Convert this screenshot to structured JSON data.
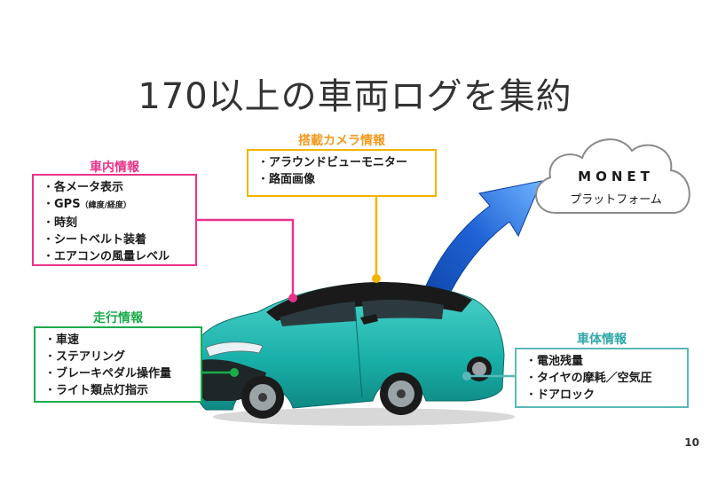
{
  "slide": {
    "title": "170以上の車両ログを集約",
    "page_number": "10"
  },
  "categories": {
    "camera": {
      "label": "搭載カメラ情報",
      "color": "#f39a1e",
      "border": "#f2b400",
      "items": [
        "アラウンドビューモニター",
        "路面画像"
      ]
    },
    "interior": {
      "label": "車内情報",
      "color": "#e8338a",
      "border": "#e8338a",
      "items": [
        "各メータ表示",
        "GPS",
        "時刻",
        "シートベルト装着",
        "エアコンの風量レベル"
      ],
      "gps_note": "（緯度/経度）"
    },
    "driving": {
      "label": "走行情報",
      "color": "#1aab4b",
      "border": "#1aab4b",
      "items": [
        "車速",
        "ステアリング",
        "ブレーキペダル操作量",
        "ライト類点灯指示"
      ]
    },
    "body": {
      "label": "車体情報",
      "color": "#2fa8a8",
      "border": "#5bb8b8",
      "items": [
        "電池残量",
        "タイヤの摩耗／空気圧",
        "ドアロック"
      ]
    }
  },
  "cloud": {
    "logo": "MONET",
    "subtitle": "プラットフォーム"
  },
  "colors": {
    "arrow": "#1f63d6",
    "car_body": "#1fb7b0"
  }
}
